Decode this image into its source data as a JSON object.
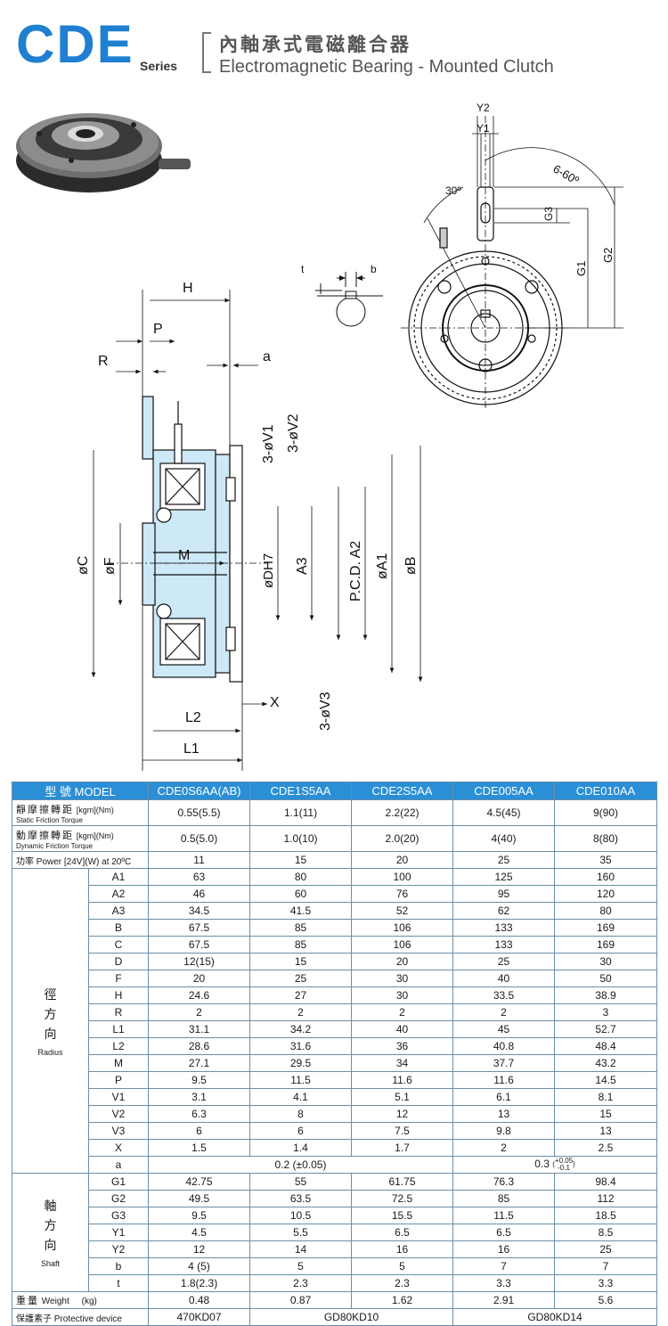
{
  "header": {
    "brand": "CDE",
    "series": "Series",
    "title_zh": "內軸承式電磁離合器",
    "title_en": "Electromagnetic Bearing - Mounted Clutch"
  },
  "drawing": {
    "labels": {
      "H": "H",
      "P": "P",
      "R": "R",
      "a": "a",
      "t": "t",
      "b": "b",
      "V1": "3-øV1",
      "V2": "3-øV2",
      "V3": "3-øV3",
      "C": "øC",
      "F": "øF",
      "M": "M",
      "D": "øDH7",
      "A3": "A3",
      "PCD": "P.C.D. A2",
      "A1": "øA1",
      "B": "øB",
      "X": "X",
      "L2": "L2",
      "L1": "L1",
      "Y1": "Y1",
      "Y2": "Y2",
      "G1": "G1",
      "G2": "G2",
      "G3": "G3",
      "angle30": "30º",
      "angle660": "6-60º"
    }
  },
  "table": {
    "model_zh": "型 號",
    "model_en": "MODEL",
    "models": [
      "CDE0S6AA(AB)",
      "CDE1S5AA",
      "CDE2S5AA",
      "CDE005AA",
      "CDE010AA"
    ],
    "static": {
      "zh": "靜摩擦轉距",
      "en": "Static Friction Torque",
      "unit": "[kgm](Nm)",
      "values": [
        "0.55(5.5)",
        "1.1(11)",
        "2.2(22)",
        "4.5(45)",
        "9(90)"
      ]
    },
    "dynamic": {
      "zh": "動摩擦轉距",
      "en": "Dynamic Friction Torque",
      "unit": "[kgm](Nm)",
      "values": [
        "0.5(5.0)",
        "1.0(10)",
        "2.0(20)",
        "4(40)",
        "8(80)"
      ]
    },
    "power": {
      "label": "功率 Power [24V](W) at 20ºC",
      "values": [
        "11",
        "15",
        "20",
        "25",
        "35"
      ]
    },
    "radius_group": {
      "zh": [
        "徑",
        "方",
        "向"
      ],
      "en": "Radius"
    },
    "radius_rows": [
      {
        "k": "A1",
        "v": [
          "63",
          "80",
          "100",
          "125",
          "160"
        ]
      },
      {
        "k": "A2",
        "v": [
          "46",
          "60",
          "76",
          "95",
          "120"
        ]
      },
      {
        "k": "A3",
        "v": [
          "34.5",
          "41.5",
          "52",
          "62",
          "80"
        ]
      },
      {
        "k": "B",
        "v": [
          "67.5",
          "85",
          "106",
          "133",
          "169"
        ]
      },
      {
        "k": "C",
        "v": [
          "67.5",
          "85",
          "106",
          "133",
          "169"
        ]
      },
      {
        "k": "D",
        "v": [
          "12(15)",
          "15",
          "20",
          "25",
          "30"
        ]
      },
      {
        "k": "F",
        "v": [
          "20",
          "25",
          "30",
          "40",
          "50"
        ]
      },
      {
        "k": "H",
        "v": [
          "24.6",
          "27",
          "30",
          "33.5",
          "38.9"
        ]
      },
      {
        "k": "R",
        "v": [
          "2",
          "2",
          "2",
          "2",
          "3"
        ]
      },
      {
        "k": "L1",
        "v": [
          "31.1",
          "34.2",
          "40",
          "45",
          "52.7"
        ]
      },
      {
        "k": "L2",
        "v": [
          "28.6",
          "31.6",
          "36",
          "40.8",
          "48.4"
        ]
      },
      {
        "k": "M",
        "v": [
          "27.1",
          "29.5",
          "34",
          "37.7",
          "43.2"
        ]
      },
      {
        "k": "P",
        "v": [
          "9.5",
          "11.5",
          "11.6",
          "11.6",
          "14.5"
        ]
      },
      {
        "k": "V1",
        "v": [
          "3.1",
          "4.1",
          "5.1",
          "6.1",
          "8.1"
        ]
      },
      {
        "k": "V2",
        "v": [
          "6.3",
          "8",
          "12",
          "13",
          "15"
        ]
      },
      {
        "k": "V3",
        "v": [
          "6",
          "6",
          "7.5",
          "9.8",
          "13"
        ]
      },
      {
        "k": "X",
        "v": [
          "1.5",
          "1.4",
          "1.7",
          "2",
          "2.5"
        ]
      }
    ],
    "a_row": {
      "k": "a",
      "left": "0.2 (±0.05)",
      "right": "0.3",
      "tol_up": "+0.05",
      "tol_down": "-0.1"
    },
    "shaft_group": {
      "zh": [
        "軸",
        "方",
        "向"
      ],
      "en": "Shaft"
    },
    "shaft_rows": [
      {
        "k": "G1",
        "v": [
          "42.75",
          "55",
          "61.75",
          "76.3",
          "98.4"
        ]
      },
      {
        "k": "G2",
        "v": [
          "49.5",
          "63.5",
          "72.5",
          "85",
          "112"
        ]
      },
      {
        "k": "G3",
        "v": [
          "9.5",
          "10.5",
          "15.5",
          "11.5",
          "18.5"
        ]
      },
      {
        "k": "Y1",
        "v": [
          "4.5",
          "5.5",
          "6.5",
          "6.5",
          "8.5"
        ]
      },
      {
        "k": "Y2",
        "v": [
          "12",
          "14",
          "16",
          "16",
          "25"
        ]
      },
      {
        "k": "b",
        "v": [
          "4 (5)",
          "5",
          "5",
          "7",
          "7"
        ]
      },
      {
        "k": "t",
        "v": [
          "1.8(2.3)",
          "2.3",
          "2.3",
          "3.3",
          "3.3"
        ]
      }
    ],
    "weight": {
      "zh": "重量",
      "en": "Weight",
      "unit": "(kg)",
      "values": [
        "0.48",
        "0.87",
        "1.62",
        "2.91",
        "5.6"
      ]
    },
    "protect": {
      "label": "保護素子 Protective device",
      "values": [
        "470KD07",
        "GD80KD10",
        "GD80KD14"
      ]
    }
  }
}
